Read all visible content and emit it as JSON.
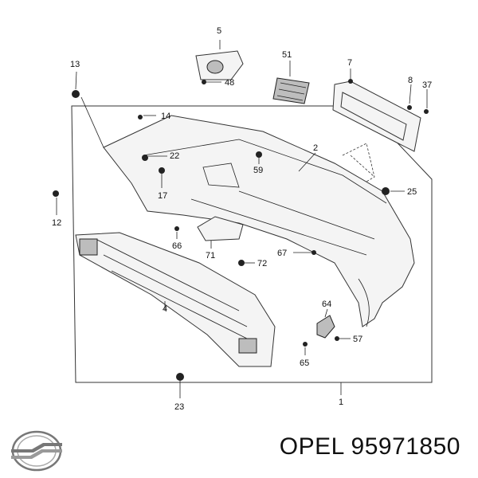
{
  "diagram": {
    "callouts": [
      "5",
      "48",
      "51",
      "7",
      "8",
      "37",
      "13",
      "14",
      "22",
      "2",
      "59",
      "25",
      "17",
      "12",
      "66",
      "71",
      "67",
      "72",
      "4",
      "64",
      "57",
      "65",
      "23",
      "1"
    ]
  },
  "brand": {
    "text": "OPEL 95971850"
  }
}
